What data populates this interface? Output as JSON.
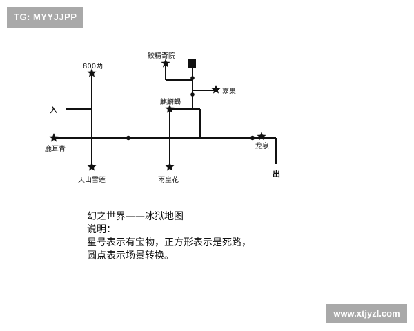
{
  "watermarks": {
    "top_left": "TG: MYYJJPP",
    "bottom_right": "www.xtjyzl.com"
  },
  "map": {
    "labels": {
      "label_800": "800两",
      "jiao_jing": "鲛精奇院",
      "jia_guo": "嘉果",
      "qi_lin": "麒麟蝎",
      "ru": "入",
      "lu_er": "鹿耳青",
      "long_quan": "龙泉",
      "chu": "出",
      "tian_shan": "天山雪莲",
      "yu_huang": "雨皇花"
    },
    "colors": {
      "line": "#111111",
      "star": "#111111"
    }
  },
  "caption": {
    "title": "幻之世界——冰狱地图",
    "line1": "说明：",
    "line2": "星号表示有宝物，正方形表示是死路，",
    "line3": "圆点表示场景转换。"
  }
}
